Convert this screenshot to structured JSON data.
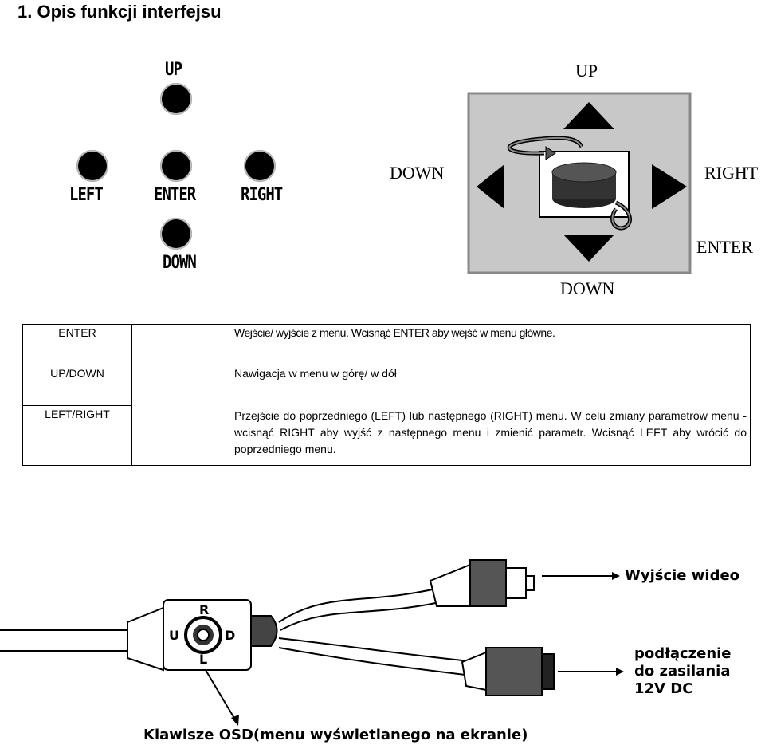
{
  "heading": "1.  Opis funkcji interfejsu",
  "buttons": {
    "up": "UP",
    "left": "LEFT",
    "enter": "ENTER",
    "right": "RIGHT",
    "down": "DOWN"
  },
  "joystick": {
    "up": "UP",
    "down_left": "DOWN",
    "right": "RIGHT",
    "enter": "ENTER",
    "down_bottom": "DOWN"
  },
  "table": {
    "rows": [
      {
        "key": "ENTER",
        "desc": "Wejście/ wyjście z menu. Wcisnąć ENTER aby wejść w menu główne."
      },
      {
        "key": "UP/DOWN",
        "desc": "Nawigacja w menu w górę/ w dół"
      },
      {
        "key": "LEFT/RIGHT",
        "desc": "Przejście do poprzedniego (LEFT) lub następnego (RIGHT) menu. W celu zmiany parametrów menu - wcisnąć RIGHT aby wyjść z następnego menu i zmienić parametr. Wcisnąć LEFT aby wrócić do poprzedniego menu."
      }
    ]
  },
  "cable": {
    "video_out": "Wyjście wideo",
    "power_line1": "podłączenie",
    "power_line2": "do zasilania",
    "power_line3": "12V DC",
    "osd_keys": "Klawisze OSD(menu wyświetlanego na ekranie)",
    "letter_r": "R",
    "letter_u": "U",
    "letter_d": "D",
    "letter_l": "L"
  }
}
